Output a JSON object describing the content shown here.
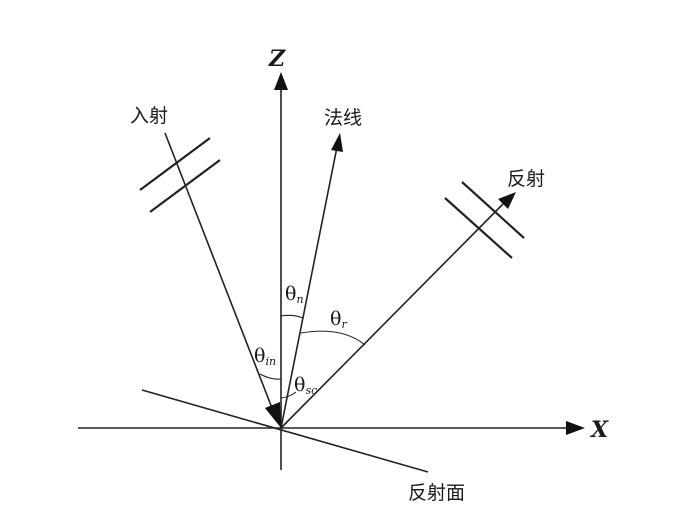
{
  "labels": {
    "axis_z": "Z",
    "axis_x": "X",
    "incident": "入射",
    "normal": "法线",
    "reflected": "反射",
    "surface": "反射面"
  },
  "angles": {
    "theta_n": {
      "symbol": "θ",
      "sub": "n"
    },
    "theta_r": {
      "symbol": "θ",
      "sub": "r"
    },
    "theta_in": {
      "symbol": "θ",
      "sub": "in"
    },
    "theta_sc": {
      "symbol": "θ",
      "sub": "sc"
    }
  }
}
